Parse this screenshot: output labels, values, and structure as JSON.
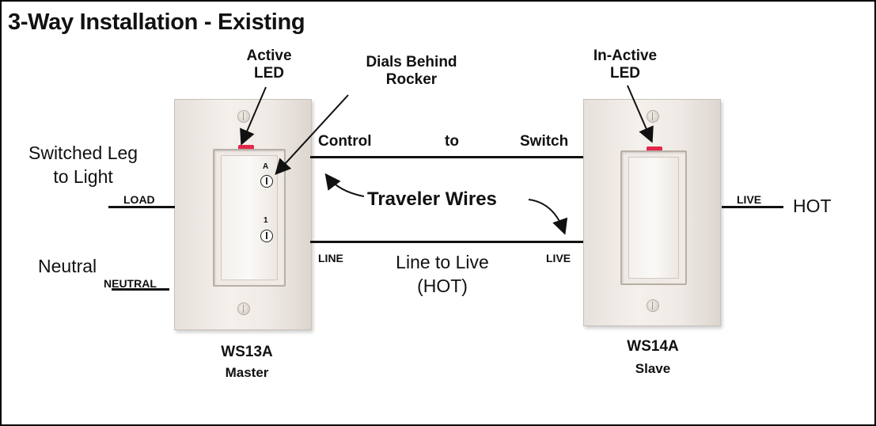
{
  "title": "3-Way Installation - Existing",
  "labels": {
    "active_led_line1": "Active",
    "active_led_line2": "LED",
    "dials_line1": "Dials Behind",
    "dials_line2": "Rocker",
    "inactive_led_line1": "In-Active",
    "inactive_led_line2": "LED",
    "switched_leg_line1": "Switched Leg",
    "switched_leg_line2": "to Light",
    "load": "LOAD",
    "neutral": "Neutral",
    "neutral_terminal": "NEUTRAL",
    "control": "Control",
    "to": "to",
    "switch": "Switch",
    "traveler_wires": "Traveler Wires",
    "line": "LINE",
    "live_left": "LIVE",
    "line_to_live_line1": "Line to Live",
    "line_to_live_line2": "(HOT)",
    "live_right": "LIVE",
    "hot": "HOT"
  },
  "master": {
    "model": "WS13A",
    "role": "Master",
    "dial_a": "A",
    "dial_1": "1"
  },
  "slave": {
    "model": "WS14A",
    "role": "Slave"
  },
  "colors": {
    "led": "#e3264a",
    "plate": "#efeae6",
    "wire": "#111111"
  }
}
